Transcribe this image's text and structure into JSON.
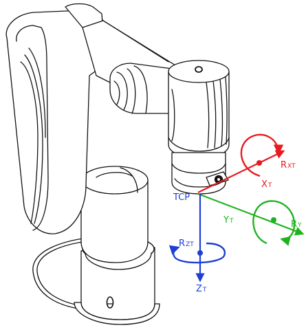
{
  "colors": {
    "outline": "#111111",
    "x_axis": "#e8191f",
    "y_axis": "#1fb21f",
    "z_axis": "#1d3fd6",
    "tcp_label": "#1d3fd6",
    "background": "#ffffff"
  },
  "labels": {
    "tcp": "TCP",
    "x_axis": {
      "main": "X",
      "sub": "T"
    },
    "y_axis": {
      "main": "Y",
      "sub": "T"
    },
    "z_axis": {
      "main": "Z",
      "sub": "T"
    },
    "rx_axis": {
      "main": "R",
      "sub": "XT"
    },
    "ry_axis": {
      "main": "R",
      "sub": "Y"
    },
    "rz_axis": {
      "main": "R",
      "sub": "ZT"
    }
  }
}
